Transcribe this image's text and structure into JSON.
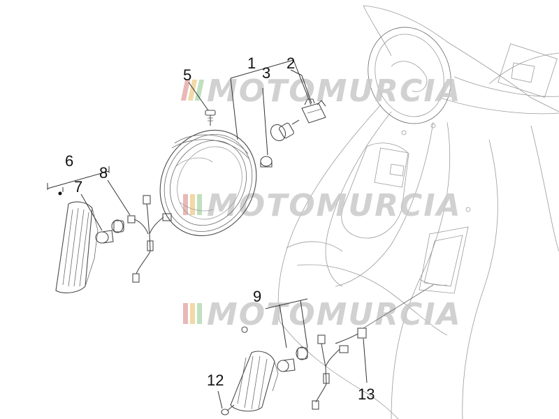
{
  "watermark": {
    "text": "MOTOMURCIA",
    "stripe_colors": [
      "#e9b8b8",
      "#f1d9a8",
      "#bfe0bf"
    ]
  },
  "callouts": [
    {
      "id": "1",
      "label": "1"
    },
    {
      "id": "2",
      "label": "2"
    },
    {
      "id": "3",
      "label": "3"
    },
    {
      "id": "5",
      "label": "5"
    },
    {
      "id": "6",
      "label": "6"
    },
    {
      "id": "7",
      "label": "7"
    },
    {
      "id": "8",
      "label": "8"
    },
    {
      "id": "9",
      "label": "9"
    },
    {
      "id": "12",
      "label": "12"
    },
    {
      "id": "13",
      "label": "13"
    }
  ],
  "parts": [
    {
      "name": "headlight-assembly-icon"
    },
    {
      "name": "bulb-icon"
    },
    {
      "name": "bulb-socket-icon"
    },
    {
      "name": "screw-icon"
    },
    {
      "name": "turn-signal-lens-icon"
    },
    {
      "name": "wiring-harness-icon"
    },
    {
      "name": "front-shield-body-icon"
    }
  ]
}
